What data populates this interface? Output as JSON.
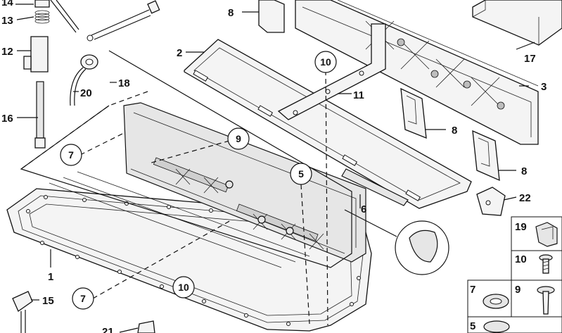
{
  "diagram": {
    "part_labels": {
      "p1": "1",
      "p2": "2",
      "p3": "3",
      "p6": "6",
      "p8a": "8",
      "p8b": "8",
      "p8c": "8",
      "p11": "11",
      "p12": "12",
      "p13": "13",
      "p14": "14",
      "p15": "15",
      "p16": "16",
      "p17": "17",
      "p18": "18",
      "p20": "20",
      "p21": "21",
      "p22": "22"
    },
    "callouts": {
      "c10a": "10",
      "c9": "9",
      "c7a": "7",
      "c5": "5",
      "c7b": "7",
      "c10b": "10"
    },
    "legend": {
      "l19": "19",
      "l10": "10",
      "l7": "7",
      "l9": "9",
      "l5": "5"
    }
  }
}
